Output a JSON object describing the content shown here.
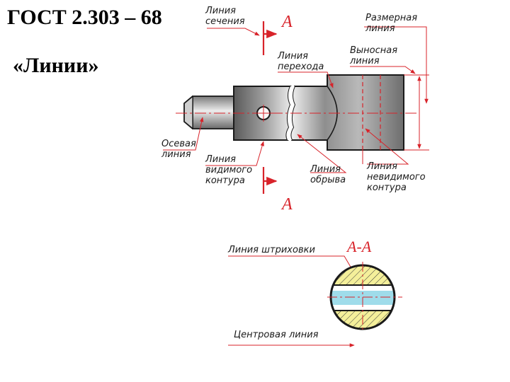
{
  "header": {
    "standard": "ГОСТ 2.303 – 68",
    "subtitle": "«Линии»"
  },
  "labels": {
    "section_line": [
      "Линия",
      "сечения"
    ],
    "dimension_line": [
      "Размерная",
      "линия"
    ],
    "transition_line": [
      "Линия",
      "перехода"
    ],
    "extension_line": [
      "Выносная",
      "линия"
    ],
    "axial_line": [
      "Осевая",
      "линия"
    ],
    "visible_contour": [
      "Линия",
      "видимого",
      "контура"
    ],
    "break_line": [
      "Линия",
      "обрыва"
    ],
    "hidden_contour": [
      "Линия",
      "невидимого",
      "контура"
    ],
    "hatching_line": "Линия штриховки",
    "center_line": "Центровая линия"
  },
  "section_marks": {
    "top": "А",
    "bottom": "А",
    "section_name": "А-А"
  },
  "colors": {
    "accent_red": "#d8232a",
    "outline": "#1a1a1a",
    "metal_dark": "#6b6b6b",
    "metal_light": "#e6e6e6",
    "slot_cyan": "#9fdcea",
    "hatch_yellow": "#f4ef9a"
  }
}
